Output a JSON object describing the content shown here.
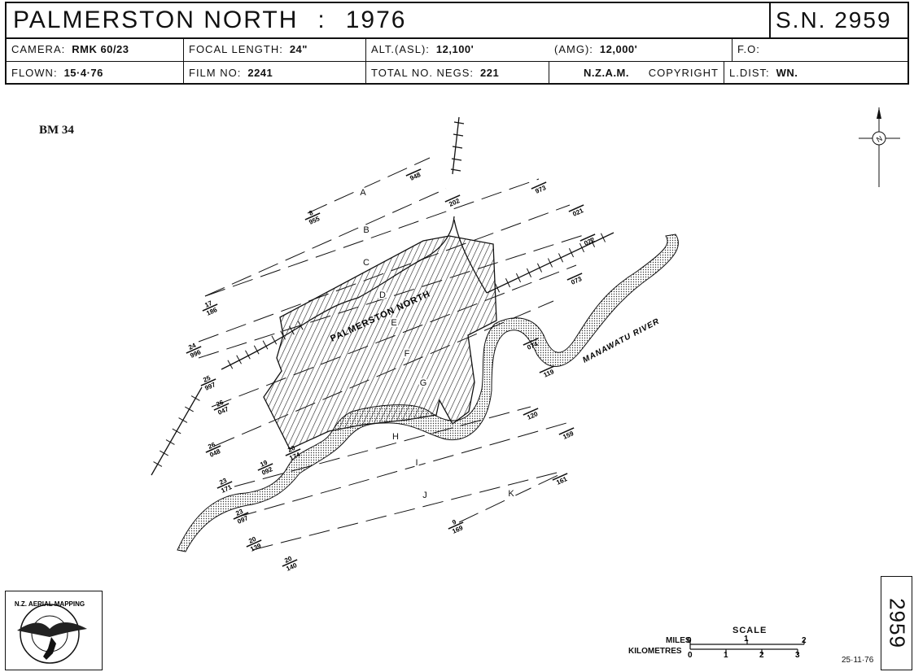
{
  "header": {
    "place": "PALMERSTON NORTH",
    "separator": ":",
    "year": "1976",
    "sn": "S.N. 2959",
    "camera_label": "CAMERA:",
    "camera_value": "RMK 60/23",
    "focal_label": "FOCAL LENGTH:",
    "focal_value": "24\"",
    "alt_label": "ALT.(ASL):",
    "alt_value": "12,100'",
    "amg_label": "(AMG):",
    "amg_value": "12,000'",
    "fo_label": "F.O:",
    "flown_label": "FLOWN:",
    "flown_value": "15·4·76",
    "film_label": "FILM NO:",
    "film_value": "2241",
    "negs_label": "TOTAL NO. NEGS:",
    "negs_value": "221",
    "nzam": "N.Z.A.M.",
    "copyright": "COPYRIGHT",
    "ldist_label": "L.DIST:",
    "ldist_value": "WN."
  },
  "sheet_code": "BM 34",
  "map": {
    "town_label": "PALMERSTON NORTH",
    "river_label": "MANAWATU RIVER",
    "flight_lines": [
      "A",
      "B",
      "C",
      "D",
      "E",
      "F",
      "G",
      "H",
      "I",
      "J",
      "K"
    ],
    "markers": [
      {
        "top": "8",
        "bottom": "955"
      },
      {
        "top": "",
        "bottom": "948"
      },
      {
        "top": "",
        "bottom": "202"
      },
      {
        "top": "",
        "bottom": "973"
      },
      {
        "top": "",
        "bottom": "021"
      },
      {
        "top": "",
        "bottom": "022"
      },
      {
        "top": "17",
        "bottom": "186"
      },
      {
        "top": "24",
        "bottom": "996"
      },
      {
        "top": "25",
        "bottom": "997"
      },
      {
        "top": "",
        "bottom": "073"
      },
      {
        "top": "",
        "bottom": "074"
      },
      {
        "top": "",
        "bottom": "119"
      },
      {
        "top": "26",
        "bottom": "047"
      },
      {
        "top": "26",
        "bottom": "048"
      },
      {
        "top": "",
        "bottom": "120"
      },
      {
        "top": "19",
        "bottom": "092"
      },
      {
        "top": "20",
        "bottom": "174"
      },
      {
        "top": "",
        "bottom": "159"
      },
      {
        "top": "23",
        "bottom": "171"
      },
      {
        "top": "",
        "bottom": "161"
      },
      {
        "top": "23",
        "bottom": "097"
      },
      {
        "top": "9",
        "bottom": "169"
      },
      {
        "top": "20",
        "bottom": "139"
      },
      {
        "top": "20",
        "bottom": "140"
      }
    ]
  },
  "logo_text": "N.Z. AERIAL MAPPING",
  "side_number": "2959",
  "scale": {
    "title": "SCALE",
    "miles_label": "MILES",
    "km_label": "KILOMETRES",
    "miles_ticks": [
      "0",
      "1",
      "2"
    ],
    "km_ticks": [
      "0",
      "1",
      "2",
      "3"
    ]
  },
  "date": "25·11·76"
}
